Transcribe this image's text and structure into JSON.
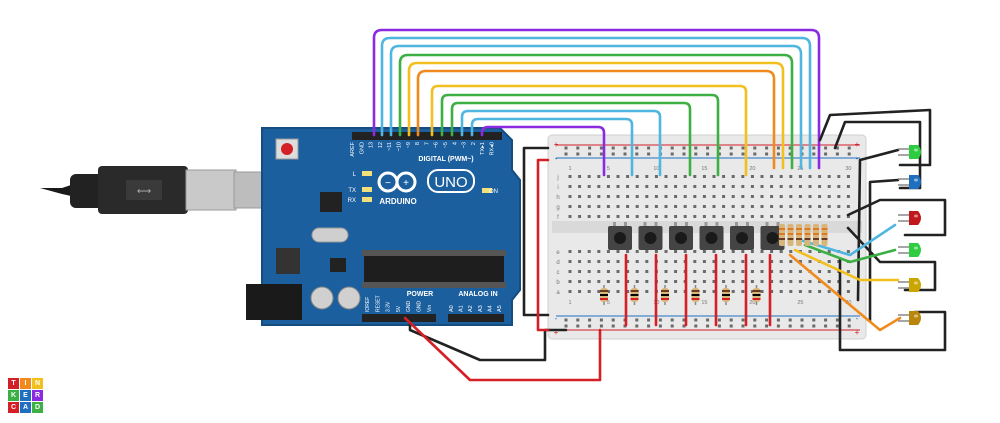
{
  "app": {
    "brand": "TINKERCAD",
    "logo_letters": [
      "T",
      "I",
      "N",
      "K",
      "E",
      "R",
      "C",
      "A",
      "D"
    ]
  },
  "arduino": {
    "model": "UNO",
    "brand": "ARDUINO",
    "header_digital": "DIGITAL (PWM~)",
    "digital_pins": [
      "AREF",
      "GND",
      "13",
      "12",
      "~11",
      "~10",
      "~9",
      "8",
      "7",
      "~6",
      "~5",
      "4",
      "~3",
      "2",
      "TX▸1",
      "RX◂0"
    ],
    "power_label": "POWER",
    "analog_label": "ANALOG IN",
    "power_pins": [
      "IOREF",
      "RESET",
      "3.3V",
      "5V",
      "GND",
      "GND",
      "Vin"
    ],
    "analog_pins": [
      "A0",
      "A1",
      "A2",
      "A3",
      "A4",
      "A5"
    ],
    "led_labels": [
      "L",
      "TX",
      "RX",
      "ON"
    ]
  },
  "breadboard": {
    "row_letters_top": [
      "j",
      "i",
      "h",
      "g",
      "f"
    ],
    "row_letters_bottom": [
      "e",
      "d",
      "c",
      "b",
      "a"
    ],
    "column_numbers": [
      "1",
      "5",
      "10",
      "15",
      "20",
      "25",
      "30"
    ],
    "rail_plus": "+",
    "rail_minus": "-"
  },
  "components": {
    "buttons_count": 6,
    "button_resistors_count": 6,
    "led_resistors_count": 6,
    "leds": [
      {
        "color": "green",
        "hex": "#2ecc40"
      },
      {
        "color": "blue",
        "hex": "#1f6fbf"
      },
      {
        "color": "red",
        "hex": "#c0171d"
      },
      {
        "color": "green",
        "hex": "#2ecc40"
      },
      {
        "color": "yellow",
        "hex": "#c9a600"
      },
      {
        "color": "yellow",
        "hex": "#b8860b"
      }
    ]
  },
  "wire_colors": {
    "purple": "#8a2be2",
    "light_blue": "#4fb6e0",
    "green": "#3cb043",
    "yellow": "#f2c01e",
    "orange": "#f08a1c",
    "red": "#d41f26",
    "black": "#222222",
    "board_blue": "#1b5f9e"
  }
}
